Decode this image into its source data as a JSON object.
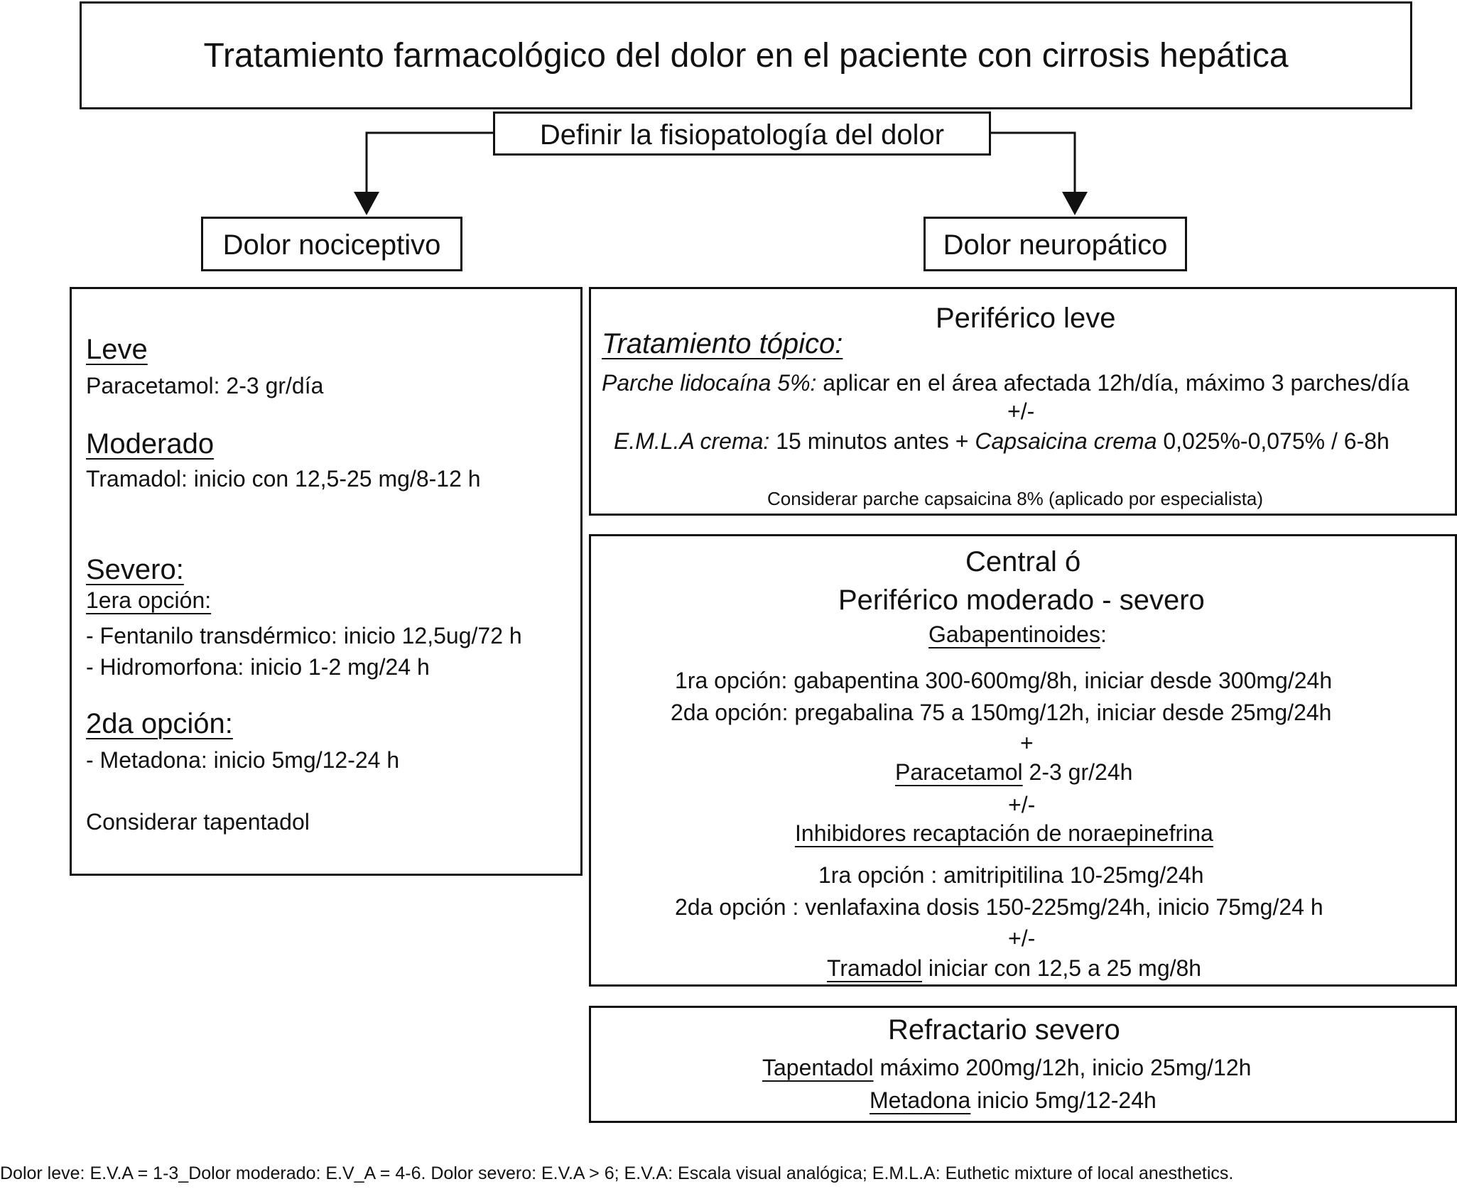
{
  "title": "Tratamiento farmacológico del dolor en el paciente con cirrosis hepática",
  "define": "Definir la fisiopatología del dolor",
  "nociceptive": {
    "label": "Dolor nociceptivo",
    "leve_heading": "Leve",
    "leve_text": "Paracetamol: 2-3 gr/día",
    "moderado_heading": "Moderado",
    "moderado_text": "Tramadol: inicio con 12,5-25 mg/8-12 h",
    "severo_heading": "Severo:",
    "first_option_label": "1era opción:",
    "fentanilo": "- Fentanilo transdérmico: inicio 12,5ug/72 h",
    "hidromorfona": "- Hidromorfona: inicio 1-2 mg/24 h",
    "second_option_heading": "2da opción:",
    "metadona": "- Metadona: inicio 5mg/12-24 h",
    "tapentadol": "Considerar tapentadol"
  },
  "neuropathic": {
    "label": "Dolor neuropático",
    "peripheral_mild": {
      "title": "Periférico leve",
      "topical_heading": "Tratamiento tópico:",
      "lidocaine_label": "Parche lidocaína 5%:",
      "lidocaine_text": " aplicar en el área afectada 12h/día, máximo 3 parches/día",
      "plus_minus": "+/-",
      "emla_label": "E.M.L.A crema:",
      "emla_text": " 15 minutos antes + ",
      "capsaicin_label": "Capsaicina crema",
      "capsaicin_text": " 0,025%-0,075% / 6-8h",
      "capsaicin_patch": "Considerar parche capsaicina 8% (aplicado por especialista)"
    },
    "central": {
      "title_line1": "Central ó",
      "title_line2": "Periférico moderado - severo",
      "gaba_heading": "Gabapentinoides",
      "gaba_colon": ":",
      "gaba_opt1": "1ra opción: gabapentina 300-600mg/8h, iniciar desde 300mg/24h",
      "gaba_opt2": "2da opción: pregabalina 75 a 150mg/12h, iniciar desde 25mg/24h",
      "plus": "+",
      "paracetamol_label": "Paracetamol",
      "paracetamol_text": " 2-3 gr/24h",
      "plus_minus_1": "+/-",
      "inhibitors_heading": "Inhibidores recaptación de noraepinefrina",
      "inh_opt1": "1ra opción : amitripitilina 10-25mg/24h",
      "inh_opt2": "2da opción : venlafaxina dosis 150-225mg/24h, inicio 75mg/24 h",
      "plus_minus_2": "+/-",
      "tramadol_label": "Tramadol",
      "tramadol_text": " iniciar con 12,5 a 25 mg/8h"
    },
    "refractory": {
      "title": "Refractario severo",
      "tapentadol_label": "Tapentadol",
      "tapentadol_text": " máximo 200mg/12h, inicio 25mg/12h",
      "metadona_label": "Metadona",
      "metadona_text": " inicio 5mg/12-24h"
    }
  },
  "footnote": "Dolor leve: E.V.A = 1-3_Dolor moderado: E.V_A = 4-6. Dolor severo: E.V.A > 6; E.V.A: Escala visual analógica; E.M.L.A: Euthetic mixture of local anesthetics."
}
